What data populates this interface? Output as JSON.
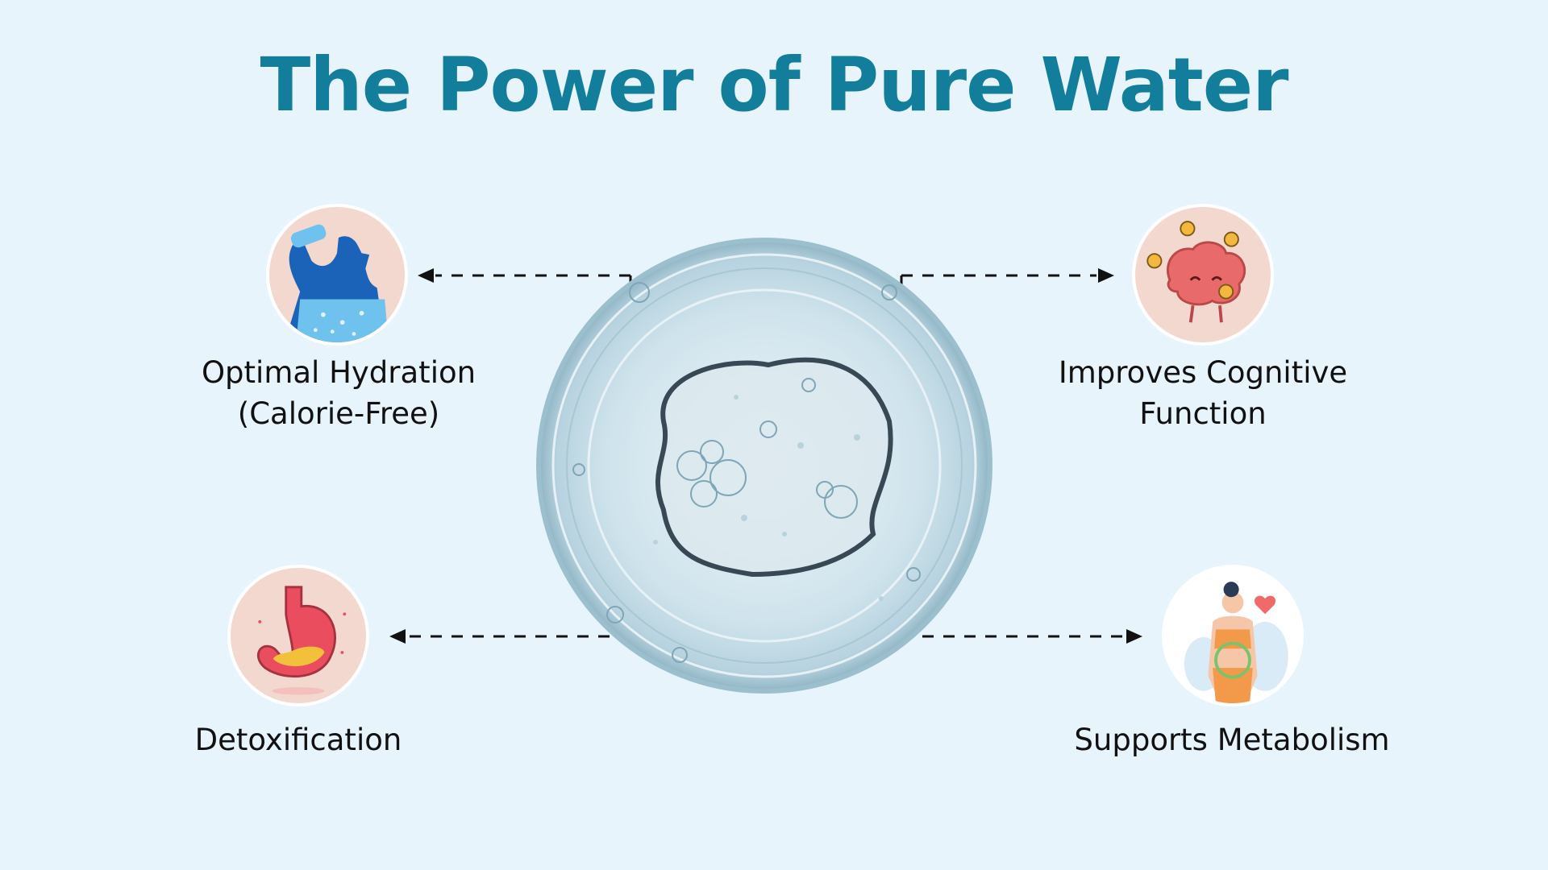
{
  "title": "The Power of Pure Water",
  "center": {
    "icon": "water-glass-top-view-icon"
  },
  "benefits": [
    {
      "key": "hydration",
      "icon": "person-drinking-water-icon",
      "lines": [
        "Optimal Hydration",
        "(Calorie-Free)"
      ]
    },
    {
      "key": "cognitive",
      "icon": "brain-with-lightbulbs-icon",
      "lines": [
        "Improves Cognitive",
        "Function"
      ]
    },
    {
      "key": "detox",
      "icon": "stomach-icon",
      "lines": [
        "Detoxification"
      ]
    },
    {
      "key": "metabolism",
      "icon": "woman-metabolism-icon",
      "lines": [
        "Supports Metabolism"
      ]
    }
  ],
  "colors": {
    "background": "#e8f4fb",
    "title": "#127e9c",
    "icon_circle": "#f3d8cf",
    "text": "#111111",
    "connector": "#111111"
  }
}
